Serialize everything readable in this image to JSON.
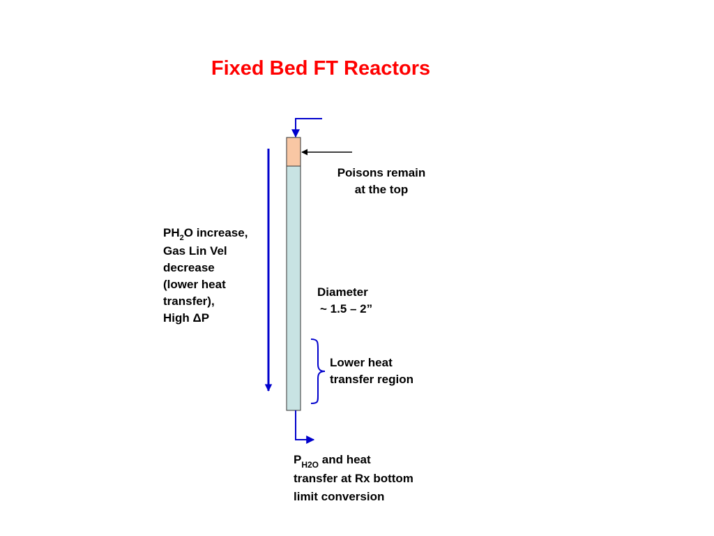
{
  "title": "Fixed Bed FT Reactors",
  "labels": {
    "poisons_line1": "Poisons remain",
    "poisons_line2": "at the top",
    "ph2o_pre": "PH",
    "ph2o_sub": "2",
    "ph2o_post": "O increase,",
    "gas_lin_vel": "Gas Lin Vel",
    "decrease": "decrease",
    "lower_heat": "(lower heat",
    "transfer": "transfer),",
    "high_dp": "High ΔP",
    "diameter_line1": "Diameter",
    "diameter_line2": "~ 1.5 – 2”",
    "lower_region_line1": "Lower heat",
    "lower_region_line2": "transfer region",
    "bottom_pre": "P",
    "bottom_sub": "H2O",
    "bottom_post": " and heat",
    "bottom_line2": "transfer at Rx bottom",
    "bottom_line3": "limit conversion"
  },
  "colors": {
    "title": "#ff0000",
    "flow_arrow": "#0000cc",
    "catalyst_top": "#f9c7a4",
    "catalyst_bed": "#c8e3e3",
    "tube_outline": "#333333"
  }
}
